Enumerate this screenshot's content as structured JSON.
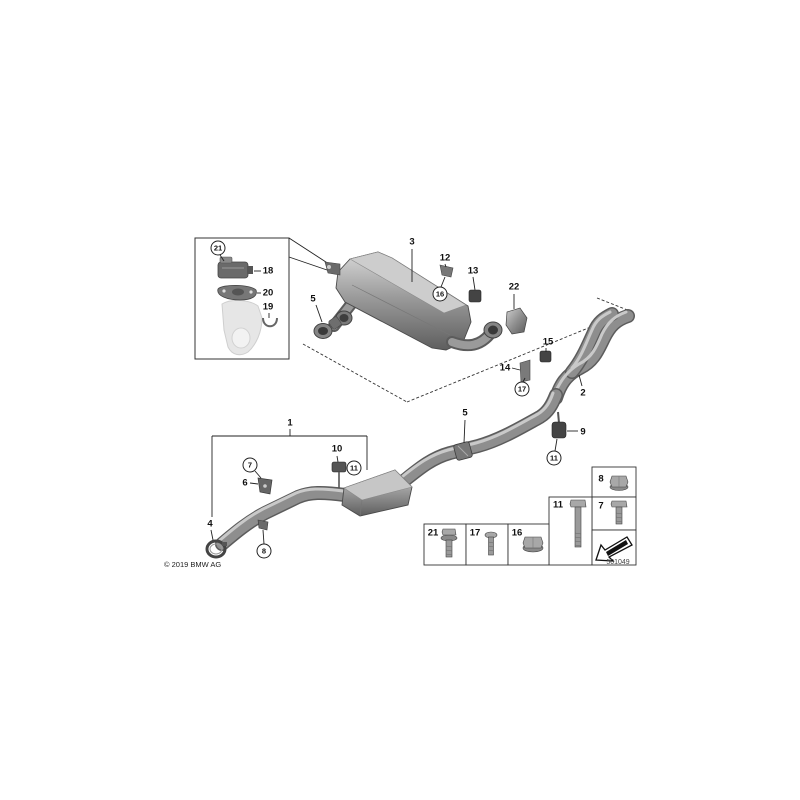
{
  "colors": {
    "background": "#ffffff",
    "part_metal": "#8e8e8e",
    "part_dark": "#5c5c5c",
    "rubber": "#444444",
    "line": "#222222"
  },
  "callouts": [
    {
      "text": "21"
    },
    {
      "text": "18"
    },
    {
      "text": "20"
    },
    {
      "text": "19"
    },
    {
      "text": "3"
    },
    {
      "text": "12"
    },
    {
      "text": "13"
    },
    {
      "text": "16"
    },
    {
      "text": "22"
    },
    {
      "text": "5"
    },
    {
      "text": "15"
    },
    {
      "text": "14"
    },
    {
      "text": "17"
    },
    {
      "text": "2"
    },
    {
      "text": "1"
    },
    {
      "text": "5"
    },
    {
      "text": "10"
    },
    {
      "text": "11"
    },
    {
      "text": "7"
    },
    {
      "text": "6"
    },
    {
      "text": "9"
    },
    {
      "text": "11"
    },
    {
      "text": "4"
    },
    {
      "text": "8"
    }
  ],
  "fastener_table": {
    "cells": [
      {
        "text": "8",
        "icon": "hex-flange-nut-icon"
      },
      {
        "text": "7",
        "icon": "hex-bolt-icon"
      },
      {
        "text": "11",
        "icon": "long-bolt-icon"
      },
      {
        "text": "21",
        "icon": "washer-bolt-icon"
      },
      {
        "text": "17",
        "icon": "screw-icon"
      },
      {
        "text": "16",
        "icon": "collar-nut-icon"
      }
    ],
    "arrow_icon": "direction-arrow-icon"
  },
  "copyright": "© 2019 BMW AG",
  "diagram_number": "501049"
}
